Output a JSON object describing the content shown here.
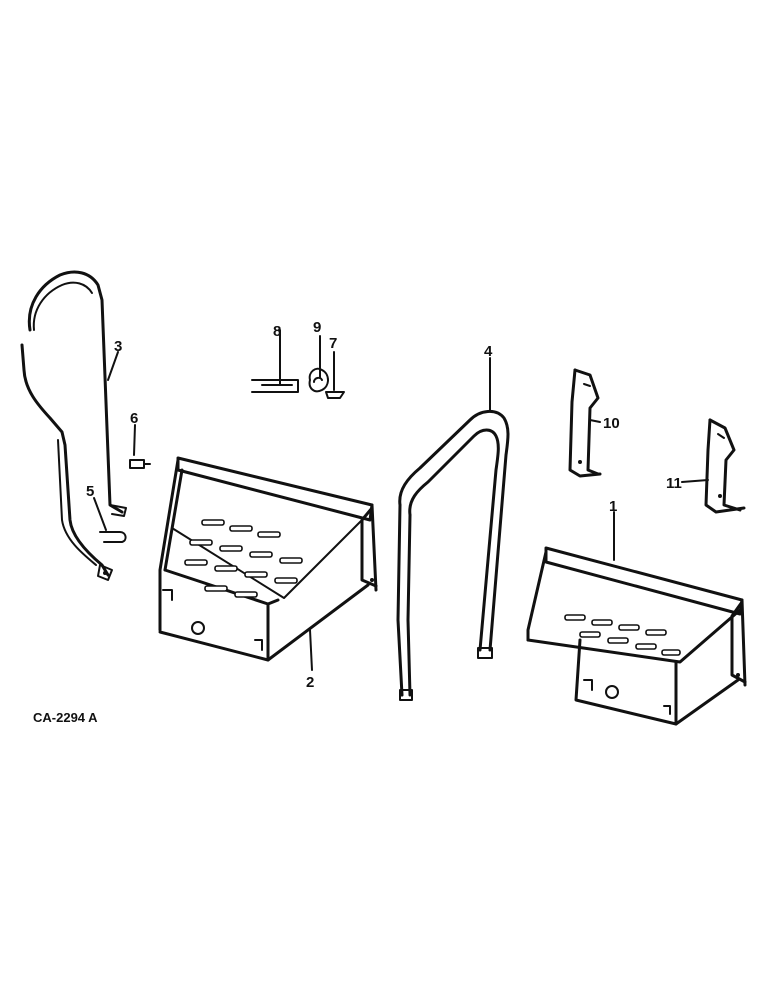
{
  "diagram": {
    "drawing_code": "CA-2294 A",
    "callouts": [
      "1",
      "2",
      "3",
      "4",
      "5",
      "6",
      "7",
      "8",
      "9",
      "10",
      "11"
    ]
  }
}
